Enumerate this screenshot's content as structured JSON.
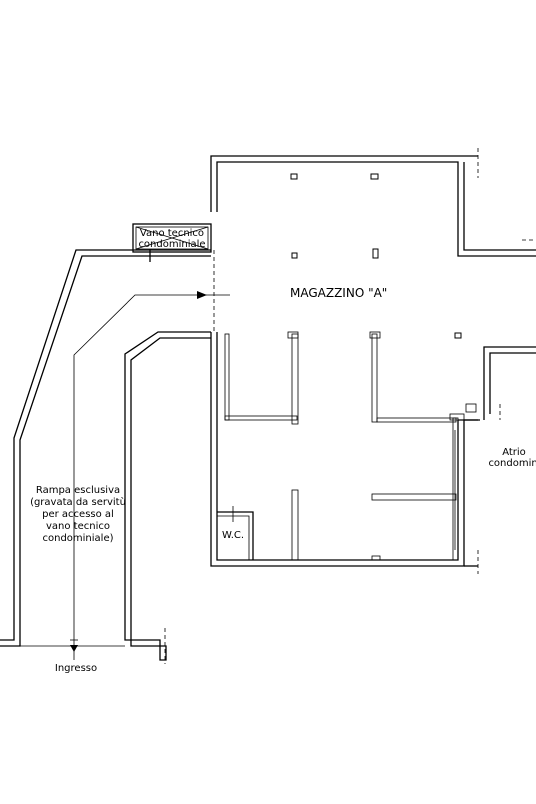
{
  "labels": {
    "room_main": "MAGAZZINO \"A\"",
    "tech_room": [
      "Vano tecnico",
      "condominiale"
    ],
    "atrium": [
      "Atrio",
      "condominiale"
    ],
    "ramp": [
      "Rampa esclusiva",
      "(gravata da servitù",
      "per accesso al",
      "vano tecnico",
      "condominiale)"
    ],
    "wc": "W.C.",
    "entrance": "Ingresso"
  }
}
